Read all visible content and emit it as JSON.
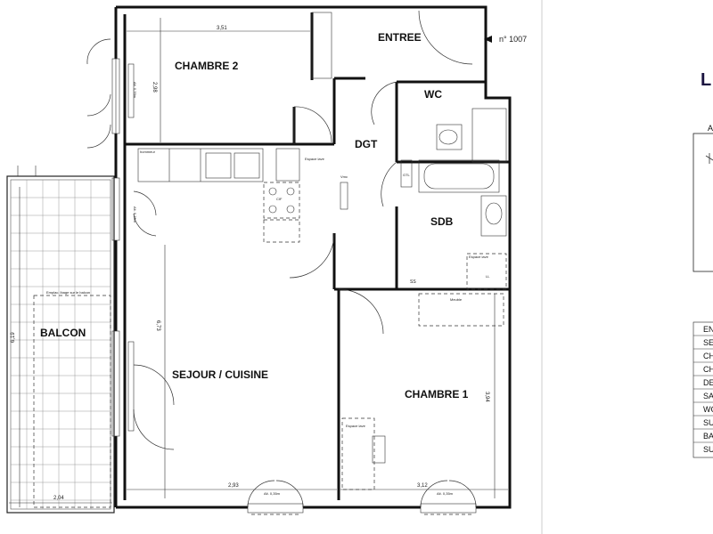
{
  "rooms": {
    "entree": "ENTREE",
    "chambre2": "CHAMBRE 2",
    "wc": "WC",
    "dgt": "DGT",
    "sdb": "SDB",
    "balcon": "BALCON",
    "sejour": "SEJOUR / CUISINE",
    "chambre1": "CHAMBRE 1"
  },
  "lot_number": "n° 1007",
  "dimensions": {
    "chambre2_width": "3,51",
    "chambre2_depth": "2,98",
    "sejour_depth": "6,73",
    "sejour_width": "2,93",
    "chambre1_width": "3,12",
    "chambre1_depth": "3,94",
    "balcon_depth": "6,19",
    "balcon_width": "2,04"
  },
  "annotations": {
    "espace_lave": "Espace lave",
    "espace_lave_2": "Espace lave",
    "espace_lave_3": "Espace lave",
    "emplacement": "Emplac. lbage sur le balcon",
    "meuble": "Meuble",
    "hommeur": "hommeur",
    "cuisine_code": "CIF",
    "lot_ll": "LL",
    "sdb_label": "SS",
    "alt_1": "Alt. 0,35m",
    "alt_2": "Alt. 0,35m",
    "alt_3": "Alt. 0,35m",
    "alt_4": "Alt. 0,35m",
    "gaine": "GTL",
    "vmc": "Vmc"
  },
  "legend": {
    "header_letter": "L",
    "box_letter": "A",
    "rows": [
      "EN",
      "SE",
      "CH",
      "CH",
      "DE",
      "SA",
      "WC",
      "SU",
      "BA",
      "SU"
    ]
  }
}
